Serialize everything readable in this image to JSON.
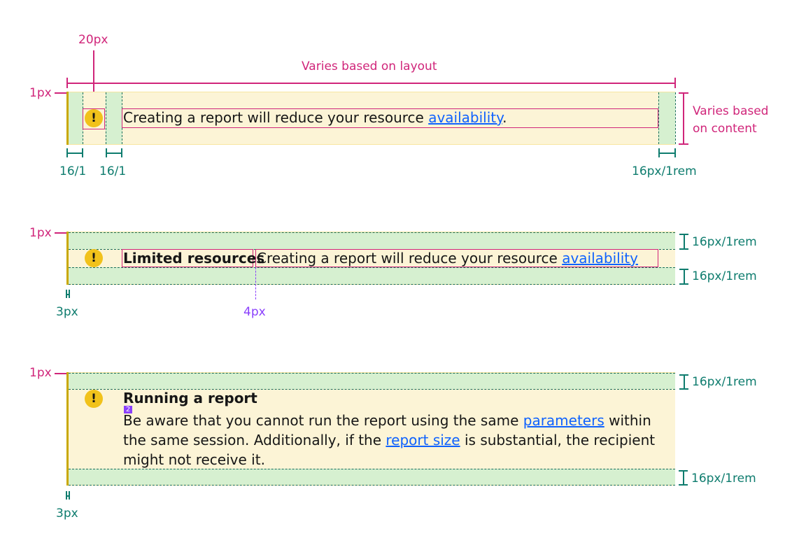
{
  "colors": {
    "annotation_pink": "#d0257a",
    "annotation_teal": "#0e7c6e",
    "annotation_purple": "#8a3ffc",
    "banner_background": "#fcf4d6",
    "banner_left_border": "#c9a800",
    "spacing_fill": "#d6f0d0",
    "warning_icon": "#f1c21b",
    "link": "#0f62fe"
  },
  "annotations": {
    "icon_size": "20px",
    "width_varies": "Varies based on layout",
    "border_1px": "1px",
    "height_varies": "Varies based on content",
    "pad_16_1_a": "16/1",
    "pad_16_1_b": "16/1",
    "pad_16px_1rem": "16px/1rem",
    "border_3px": "3px",
    "gap_4px": "4px",
    "title_gap": "2"
  },
  "example1": {
    "text": "Creating a report will reduce your resource ",
    "link": "availability",
    "end": ".",
    "icon_glyph": "!"
  },
  "example2": {
    "title": "Limited resources",
    "text": "Creating a report will reduce your resource ",
    "link": "availability",
    "icon_glyph": "!"
  },
  "example3": {
    "title": "Running a report",
    "line1_a": "Be aware that you cannot run the report using the same ",
    "line1_link": "parameters",
    "line1_b": " within",
    "line2_a": "the same session. Additionally, if the ",
    "line2_link": "report size",
    "line2_b": " is substantial, the recipient",
    "line3": "might not receive it.",
    "icon_glyph": "!"
  }
}
